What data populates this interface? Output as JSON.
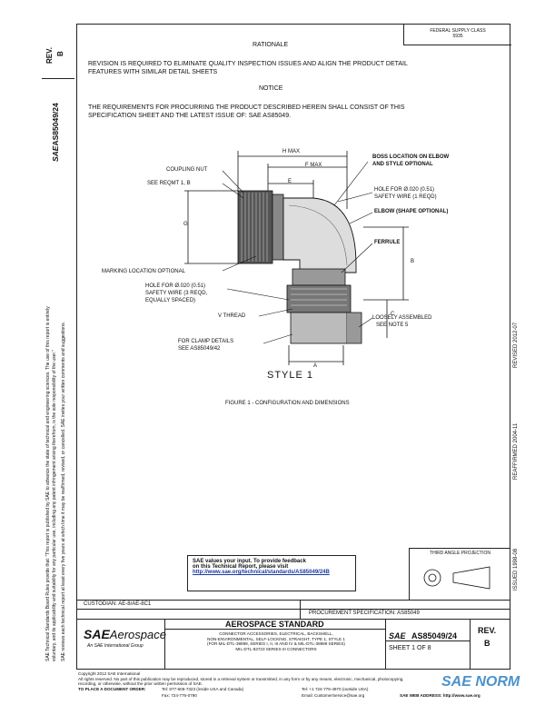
{
  "left_margin": {
    "rev_label": "REV.",
    "rev_value": "B",
    "doc_number": "AS85049/24",
    "doc_prefix": "SAE",
    "disclaimer_1": "SAE Technical Standards Board Rules provide that: \"This report is published by SAE to advance the state of technical and engineering sciences. The use of this report is entirely",
    "disclaimer_2": "voluntary, and its applicability and suitability for any particular use, including any patent infringement arising therefrom, is the sole responsibility of the user.\"",
    "disclaimer_3": "SAE reviews each technical report at least every five years at which time it may be reaffirmed, revised, or cancelled. SAE invites your written comments and suggestions."
  },
  "right_margin": {
    "revised": "REVISED 2012-07",
    "reaffirmed": "REAFFIRMED 2004-11",
    "issued": "ISSUED 1998-08"
  },
  "federal_box": {
    "line1": "FEDERAL SUPPLY CLASS",
    "line2": "5935"
  },
  "rationale": {
    "heading": "RATIONALE",
    "line1": "REVISION IS REQUIRED TO ELIMINATE QUALITY INSPECTION ISSUES AND ALIGN THE PRODUCT DETAIL",
    "line2": "FEATURES WITH SIMILAR DETAIL SHEETS"
  },
  "notice": {
    "heading": "NOTICE",
    "line1": "THE REQUIREMENTS FOR PROCURRING THE PRODUCT DESCRIBED HEREIN SHALL CONSIST OF THIS",
    "line2": "SPECIFICATION SHEET AND THE LATEST ISSUE OF: SAE AS85049."
  },
  "drawing": {
    "h_max": "H MAX",
    "f_max": "F MAX",
    "e": "E",
    "g": "G",
    "b": "B",
    "c": "C",
    "a": "A",
    "coupling_nut": "COUPLING NUT",
    "see_reqmt": "SEE REQMT 1, B",
    "boss_location_1": "BOSS LOCATION ON ELBOW",
    "boss_location_2": "AND STYLE OPTIONAL",
    "hole_right_1": "HOLE FOR Ø.020 (0.51)",
    "hole_right_2": "SAFETY WIRE (1 REQD)",
    "elbow": "ELBOW (SHAPE OPTIONAL)",
    "ferrule": "FERRULE",
    "marking_location": "MARKING LOCATION OPTIONAL",
    "hole_left_1": "HOLE FOR Ø.020 (0.51)",
    "hole_left_2": "SAFETY WIRE (3 REQD,",
    "hole_left_3": "EQUALLY SPACED)",
    "v_thread": "V THREAD",
    "loosely_1": "LOOSELY ASSEMBLED",
    "loosely_2": "SEE NOTE 5",
    "clamp_1": "FOR CLAMP DETAILS",
    "clamp_2": "SEE AS85049/42",
    "style": "STYLE 1"
  },
  "figure_caption": "FIGURE 1 - CONFIGURATION AND DIMENSIONS",
  "feedback": {
    "line1": "SAE values your input. To provide feedback",
    "line2": "on this Technical Report, please visit",
    "url": "http://www.sae.org/technical/standards/AS85049/24B"
  },
  "projection_label": "THIRD ANGLE PROJECTION",
  "custodian": "CUSTODIAN: AE-8/AE-8C1",
  "procurement": "PROCUREMENT SPECIFICATION: AS85049",
  "title_block": {
    "logo_sae": "SAE",
    "logo_aerospace": "Aerospace",
    "logo_tagline": "An SAE International Group",
    "standard": "AEROSPACE STANDARD",
    "desc1": "CONNECTOR ACCESSORIES, ELECTRICAL, BACKSHELL,",
    "desc2": "NON-ENVIRONMENTAL, SELF-LOCKING, STRAIGHT, TYPE 1, STYLE 1",
    "desc3": "(FOR MIL-DTL-38999, SERIES I, II, III AND IV & MIL-DTL-38999 SERIES)",
    "desc4": "MIL-DTL-83723 SERIES III CONNECTORS",
    "sae_small": "SAE",
    "number": "AS85049/24",
    "sheet": "SHEET 1 OF 8",
    "rev_label": "REV.",
    "rev_value": "B"
  },
  "footer": {
    "copyright": "Copyright 2012 SAE International",
    "rights1": "All rights reserved. No part of this publication may be reproduced, stored in a retrieval system or transmitted, in any form or by any means, electronic, mechanical, photocopying,",
    "rights2": "recording, or otherwise, without the prior written permission of SAE.",
    "order_label": "TO PLACE A DOCUMENT ORDER:",
    "tel1": "Tel: 877-606-7323 (inside USA and Canada)",
    "fax": "Fax: 724-776-0790",
    "tel2": "Tel: +1 724-776-4970 (outside USA)",
    "email": "Email: CustomerService@sae.org",
    "web": "SAE WEB ADDRESS: http://www.sae.org"
  },
  "watermark": {
    "text": "SAE NORM",
    "color": "#2d7fc1"
  }
}
